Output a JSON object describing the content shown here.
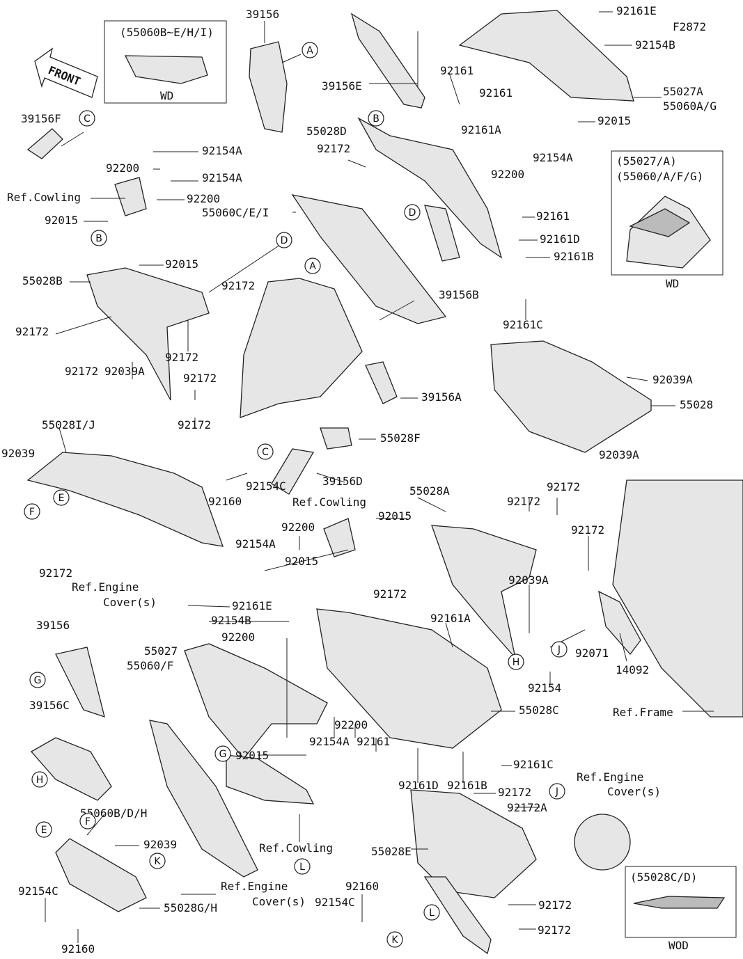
{
  "diagram": {
    "code": "F2872",
    "front_arrow_text": "FRONT",
    "insets": [
      {
        "title": "(55060B~E/H/I)",
        "caption": "WD"
      },
      {
        "title": "(55027/A)",
        "title2": "(55060/A/F/G)",
        "caption": "WD"
      },
      {
        "title": "(55028C/D)",
        "caption": "WOD"
      }
    ],
    "labels": [
      "39156",
      "92161E",
      "92154B",
      "39156E",
      "92161",
      "55027A",
      "55060A/G",
      "92015",
      "92161",
      "39156F",
      "55028D",
      "92172",
      "92161A",
      "92154A",
      "92200",
      "92154A",
      "92154A",
      "92200",
      "Ref.Cowling",
      "92200",
      "55060C/E/I",
      "92161",
      "92015",
      "92161D",
      "92015",
      "92161B",
      "55028B",
      "92172",
      "39156B",
      "92161C",
      "92172",
      "92172",
      "92172",
      "92039A",
      "92039A",
      "92172",
      "39156A",
      "55028",
      "92172",
      "55028I/J",
      "92039",
      "92039A",
      "55028F",
      "92154C",
      "39156D",
      "55028A",
      "Ref.Cowling",
      "92172",
      "92172",
      "92160",
      "92172",
      "92015",
      "92200",
      "92154A",
      "92015",
      "92172",
      "Ref.Engine",
      "Cover(s)",
      "92039A",
      "92161E",
      "92172",
      "92154B",
      "92161A",
      "39156",
      "92200",
      "55027",
      "55060/F",
      "92071",
      "14092",
      "92154",
      "39156C",
      "Ref.Frame",
      "55028C",
      "92200",
      "92161",
      "92154A",
      "92015",
      "92161C",
      "92161D",
      "92161B",
      "Ref.Engine",
      "Cover(s)",
      "92172",
      "92172A",
      "55060B/D/H",
      "92039",
      "Ref.Cowling",
      "55028E",
      "Ref.Engine",
      "Cover(s)",
      "92160",
      "92154C",
      "92154C",
      "55028G/H",
      "92172",
      "92172",
      "92160"
    ],
    "callouts": [
      "A",
      "C",
      "B",
      "B",
      "D",
      "D",
      "A",
      "C",
      "E",
      "F",
      "J",
      "H",
      "G",
      "G",
      "J",
      "H",
      "E",
      "F",
      "K",
      "L",
      "L",
      "K"
    ]
  }
}
